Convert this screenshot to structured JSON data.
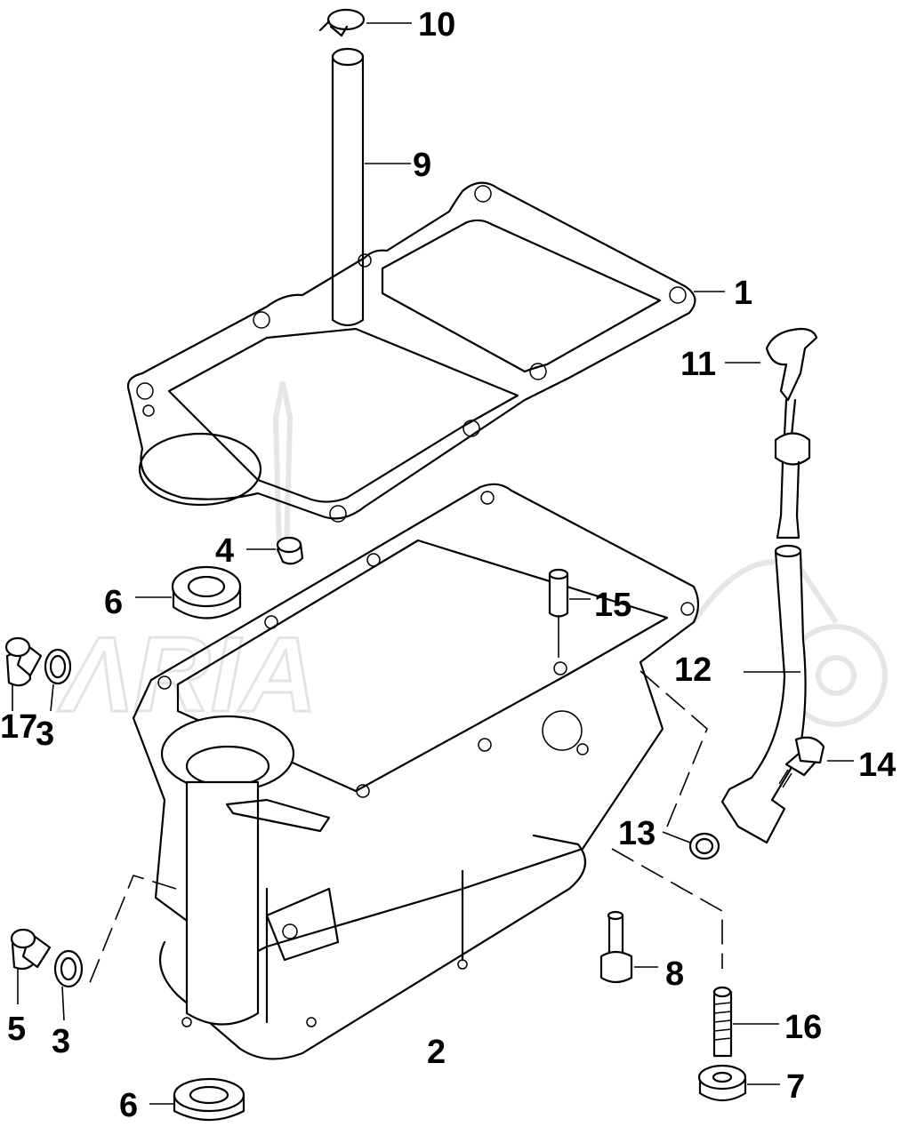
{
  "callouts": [
    {
      "id": "p1",
      "label": "1"
    },
    {
      "id": "p2",
      "label": "2"
    },
    {
      "id": "p3a",
      "label": "3"
    },
    {
      "id": "p3b",
      "label": "3"
    },
    {
      "id": "p4",
      "label": "4"
    },
    {
      "id": "p5",
      "label": "5"
    },
    {
      "id": "p6a",
      "label": "6"
    },
    {
      "id": "p6b",
      "label": "6"
    },
    {
      "id": "p7",
      "label": "7"
    },
    {
      "id": "p8",
      "label": "8"
    },
    {
      "id": "p9",
      "label": "9"
    },
    {
      "id": "p10",
      "label": "10"
    },
    {
      "id": "p11",
      "label": "11"
    },
    {
      "id": "p12",
      "label": "12"
    },
    {
      "id": "p13",
      "label": "13"
    },
    {
      "id": "p14",
      "label": "14"
    },
    {
      "id": "p15",
      "label": "15"
    },
    {
      "id": "p16",
      "label": "16"
    },
    {
      "id": "p17",
      "label": "17"
    }
  ]
}
